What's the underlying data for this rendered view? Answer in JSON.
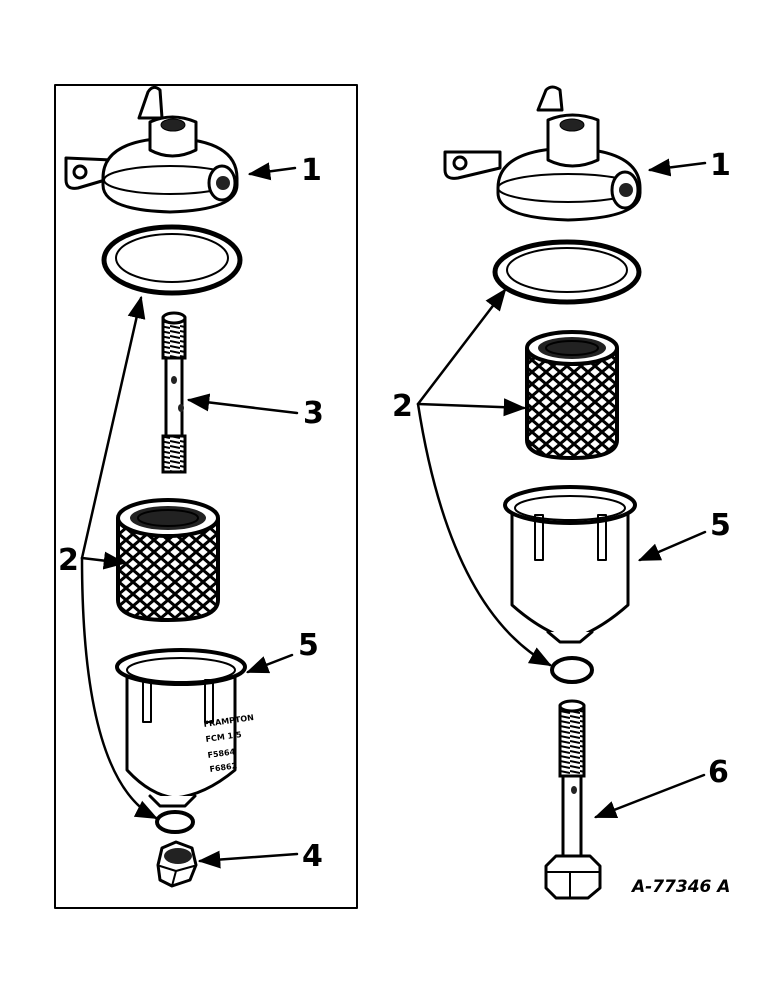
{
  "figure_ref": "A-77346 A",
  "callouts": {
    "left": {
      "bowl_head": "1",
      "gasket": "2",
      "stud": "3",
      "nut": "4",
      "bowl": "5"
    },
    "right": {
      "bowl_head": "1",
      "gasket": "2",
      "bowl": "5",
      "bolt": "6"
    }
  },
  "bowl_label_text": [
    "FRAMPTON",
    "FCM 1.5",
    "F5864",
    "F6862"
  ]
}
